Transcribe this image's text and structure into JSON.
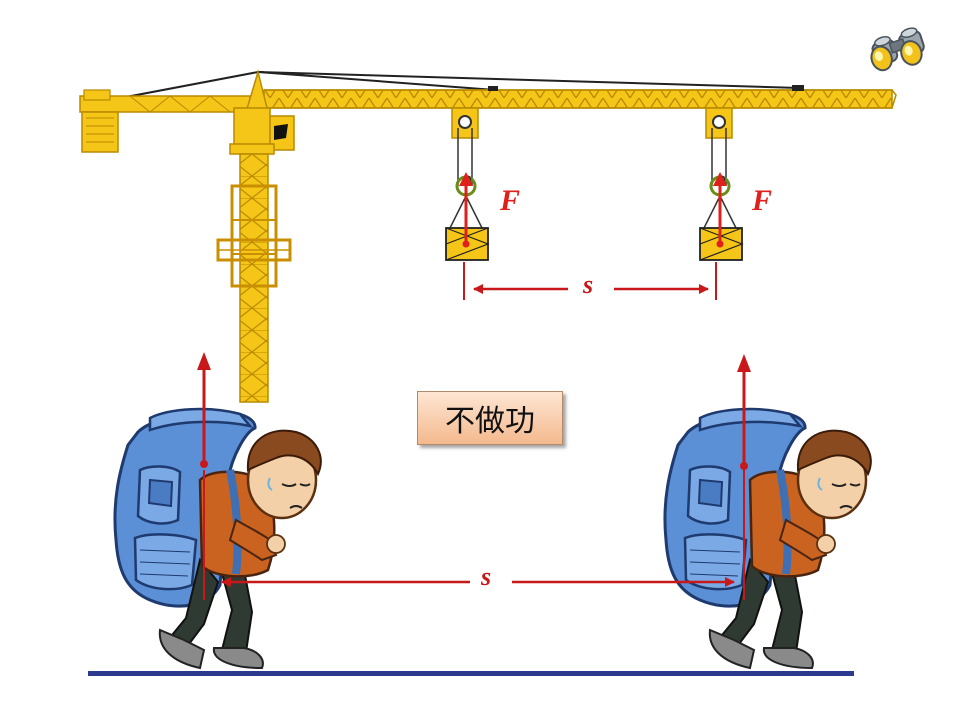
{
  "labels": {
    "force_symbol": "F",
    "distance_symbol": "s",
    "no_work_text": "不做功"
  },
  "colors": {
    "crane_yellow": "#f5c518",
    "crane_outline": "#b88a00",
    "arrow_red": "#c8181a",
    "force_red": "#e0201a",
    "ground_blue": "#2b3a8f",
    "backpack_blue": "#5b8fd6",
    "shirt_orange": "#c9631f",
    "pants_dark": "#2f3a33"
  },
  "icons": [
    "binoculars-icon",
    "crane",
    "cargo-box",
    "hiker"
  ]
}
